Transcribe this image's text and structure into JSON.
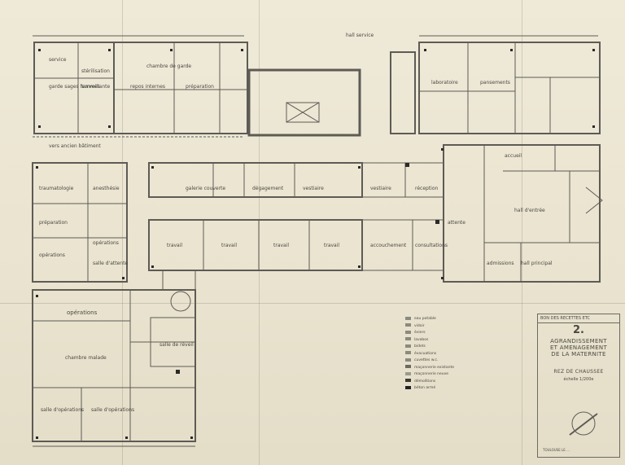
{
  "sheet": {
    "header": "BON DES RECETTES ETC",
    "number": "2.",
    "title_lines": [
      "AGRANDISSEMENT",
      "ET AMENAGEMENT",
      "DE LA MATERNITE"
    ],
    "subtitle": "REZ DE CHAUSSEE",
    "scale": "échelle 1/200e",
    "footer": "TOULOUSE LE ..."
  },
  "rooms": [
    {
      "id": "garde-sages-femmes",
      "text": "garde sages femmes"
    },
    {
      "id": "surveillante",
      "text": "surveillante"
    },
    {
      "id": "service",
      "text": "service"
    },
    {
      "id": "sterilisation",
      "text": "stérilisation"
    },
    {
      "id": "repos-internes",
      "text": "repos internes"
    },
    {
      "id": "chambre-garde",
      "text": "chambre de garde"
    },
    {
      "id": "preparation",
      "text": "préparation"
    },
    {
      "id": "laboratoire",
      "text": "laboratoire"
    },
    {
      "id": "pansements",
      "text": "pansements"
    },
    {
      "id": "vers-ancien-batiment",
      "text": "vers ancien bâtiment"
    },
    {
      "id": "hall-service",
      "text": "hall service"
    },
    {
      "id": "traumatologie",
      "text": "traumatologie"
    },
    {
      "id": "anesthesie",
      "text": "anesthésie"
    },
    {
      "id": "preparation-2",
      "text": "préparation"
    },
    {
      "id": "operations",
      "text": "opérations"
    },
    {
      "id": "operations-2",
      "text": "opérations"
    },
    {
      "id": "salle-attente",
      "text": "salle d'attente"
    },
    {
      "id": "galerie-couverte",
      "text": "galerie couverte"
    },
    {
      "id": "degagement",
      "text": "dégagement"
    },
    {
      "id": "vestiaire",
      "text": "vestiaire"
    },
    {
      "id": "travail-1",
      "text": "travail"
    },
    {
      "id": "travail-2",
      "text": "travail"
    },
    {
      "id": "travail-3",
      "text": "travail"
    },
    {
      "id": "travail-4",
      "text": "travail"
    },
    {
      "id": "vestiaire-2",
      "text": "vestiaire"
    },
    {
      "id": "accouchement",
      "text": "accouchement"
    },
    {
      "id": "consultations",
      "text": "consultations"
    },
    {
      "id": "reception",
      "text": "réception"
    },
    {
      "id": "hall-entree",
      "text": "hall d'entrée"
    },
    {
      "id": "accueil",
      "text": "accueil"
    },
    {
      "id": "attente",
      "text": "attente"
    },
    {
      "id": "admissions",
      "text": "admissions"
    },
    {
      "id": "operations-3",
      "text": "opérations"
    },
    {
      "id": "salle-reveil",
      "text": "salle de réveil"
    },
    {
      "id": "chambre-malade",
      "text": "chambre malade"
    },
    {
      "id": "salle-operations",
      "text": "salle d'opérations"
    },
    {
      "id": "salle-operations-2",
      "text": "salle d'opérations"
    },
    {
      "id": "hall-principal",
      "text": "hall principal"
    }
  ],
  "legend": [
    {
      "text": "eau potable",
      "color": "#8a8a80"
    },
    {
      "text": "vidoir",
      "color": "#8a8a80"
    },
    {
      "text": "éviers",
      "color": "#8a8a80"
    },
    {
      "text": "lavabos",
      "color": "#8a8a80"
    },
    {
      "text": "bidets",
      "color": "#8a8a80"
    },
    {
      "text": "évacuations",
      "color": "#8a8a80"
    },
    {
      "text": "cuvettes w.c.",
      "color": "#8a8a80"
    },
    {
      "text": "maçonnerie existante",
      "color": "#6a6a60"
    },
    {
      "text": "maçonnerie neuve",
      "color": "#9a9a90"
    },
    {
      "text": "démolitions",
      "color": "#3a3a34"
    },
    {
      "text": "béton armé",
      "color": "#222222"
    }
  ]
}
